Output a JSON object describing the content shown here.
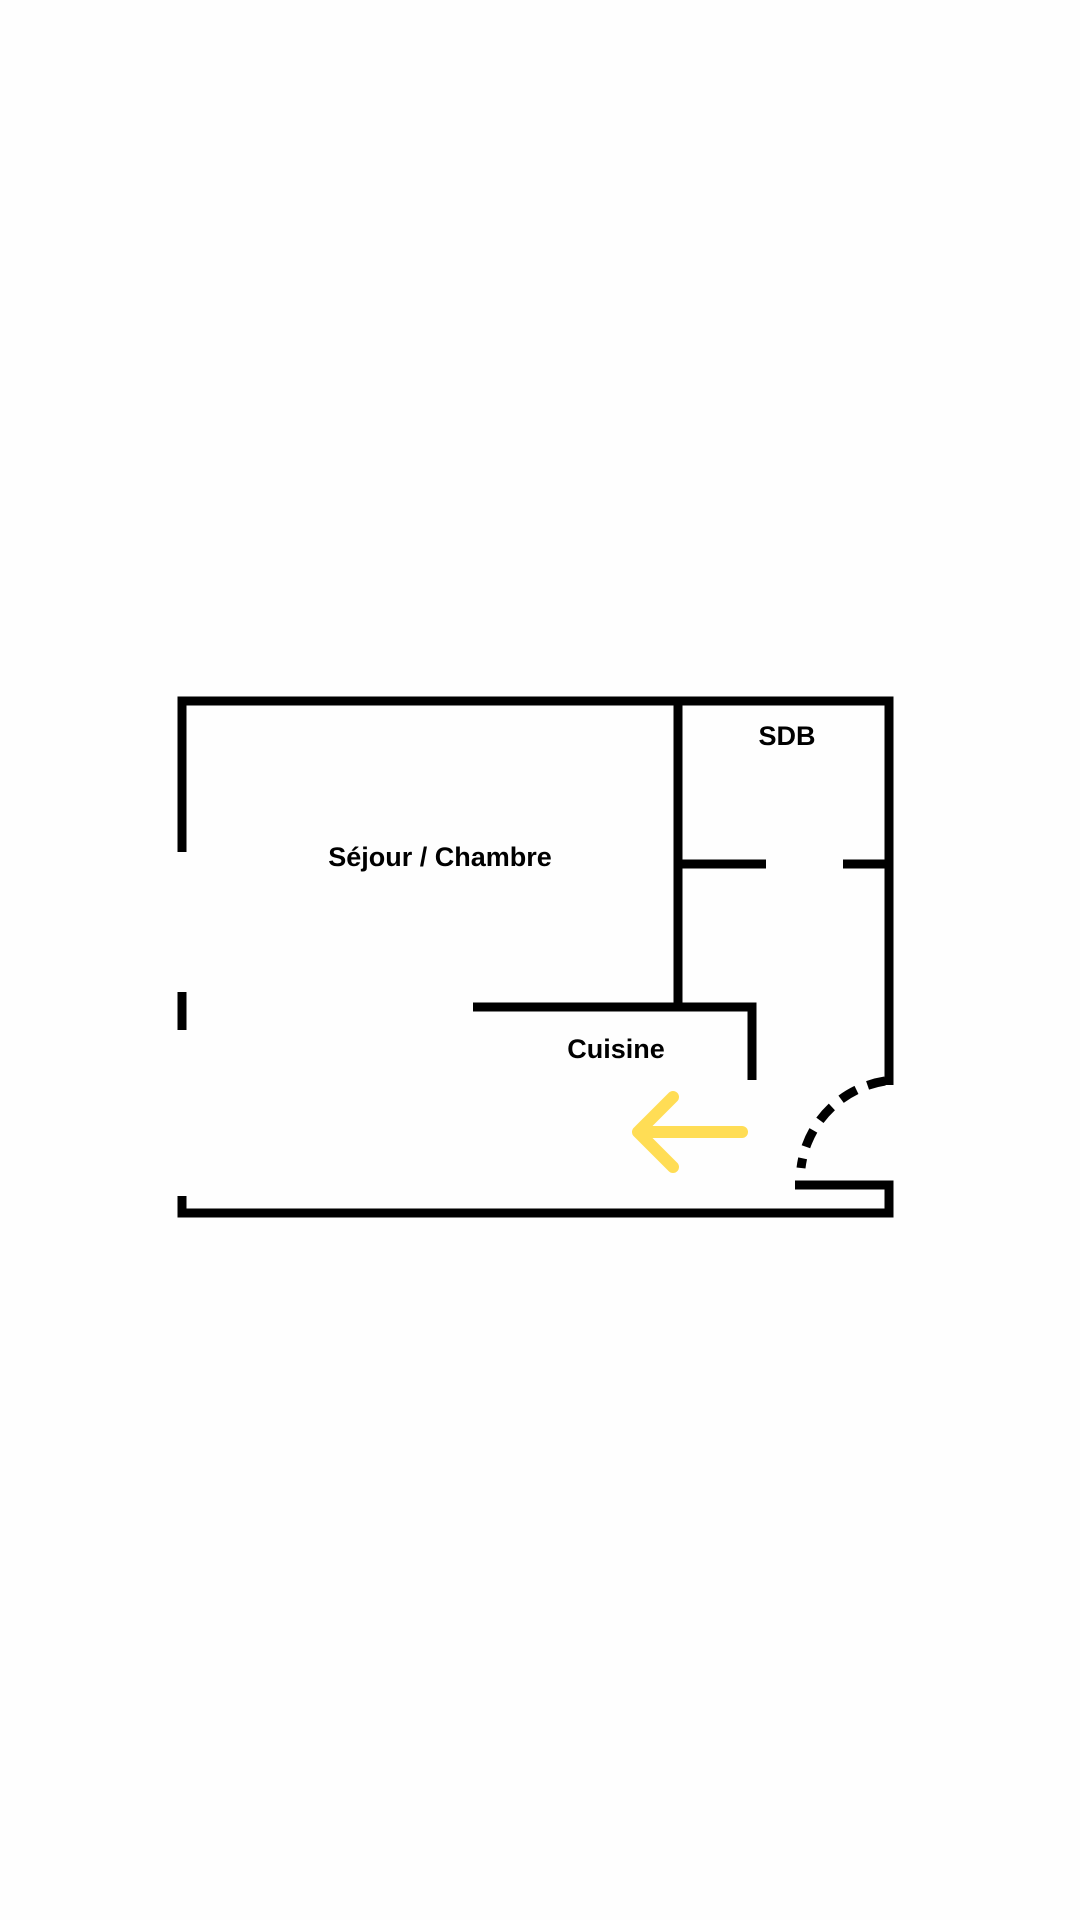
{
  "floor_plan": {
    "rooms": {
      "living": "Séjour / Chambre",
      "bathroom": "SDB",
      "kitchen": "Cuisine"
    },
    "colors": {
      "wall": "#000000",
      "arrow": "#FFDD55",
      "background": "#FEFEFE"
    },
    "icons": [
      "entrance-arrow-icon",
      "door-swing-arc"
    ]
  }
}
